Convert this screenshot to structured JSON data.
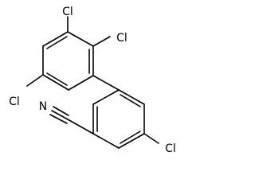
{
  "molecule": {
    "atoms": {
      "cl_top": "Cl",
      "cl_upper_right": "Cl",
      "cl_left": "Cl",
      "cl_right": "Cl",
      "nitrile_n": "N"
    }
  }
}
